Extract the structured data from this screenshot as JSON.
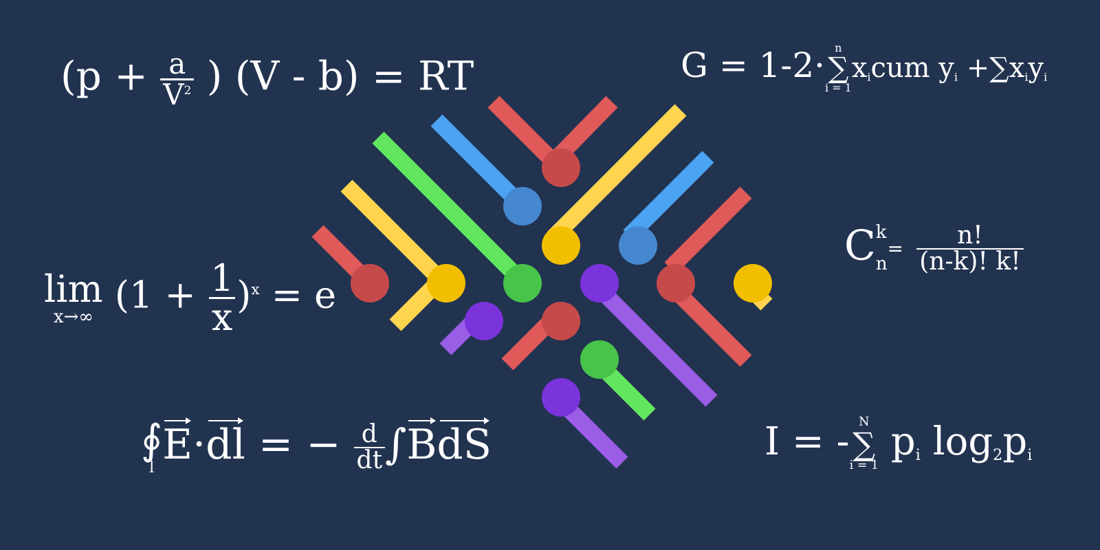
{
  "formulas": {
    "van_der_waals": {
      "open": "(p +",
      "num": "a",
      "den": "V",
      "den_exp": "2",
      "rest": ") (V - b) = RT"
    },
    "gini": {
      "lhs": "G = 1-2·",
      "sum_top": "n",
      "sum_sym": "∑",
      "sum_bottom": "i = 1",
      "x1": "x",
      "x1_sub": "i",
      "mid": "cum y",
      "y1_sub": "i",
      "plus": "+∑",
      "x2": "x",
      "x2_sub": "i",
      "y2": "y",
      "y2_sub": "i"
    },
    "limit": {
      "lim": "lim",
      "lim_sub": "x→∞",
      "open": "(1 +",
      "num": "1",
      "den": "x",
      "close": ")",
      "exp": "x",
      "rest": "= e"
    },
    "combination": {
      "c": "C",
      "sup": "k",
      "sub": "n",
      "eq": "=",
      "num": "n!",
      "den": "(n-k)! k!"
    },
    "faraday": {
      "oint": "∮",
      "oint_sub": "l",
      "e": "E",
      "dot": "·",
      "dl": "dl",
      "eq": "= −",
      "num": "d",
      "den": "dt",
      "int": "∫",
      "b": "B",
      "ds": "dS"
    },
    "entropy": {
      "lhs": "I = -",
      "sum_top": "N",
      "sum_sym": "∑",
      "sum_bottom": "i = 1",
      "p1": "p",
      "p1_sub": "i",
      "log": "log",
      "log_sub": "2",
      "p2": "p",
      "p2_sub": "i"
    }
  },
  "logo": {
    "colors": {
      "red": "#E05A5A",
      "red_dot": "#C74A4A",
      "yellow": "#FFD54F",
      "yellow_dot": "#F2BF00",
      "green": "#63E65F",
      "green_dot": "#48C44A",
      "blue": "#4BA3F2",
      "blue_dot": "#4588CF",
      "purple": "#9A5DE6",
      "purple_dot": "#7B33DB"
    }
  }
}
